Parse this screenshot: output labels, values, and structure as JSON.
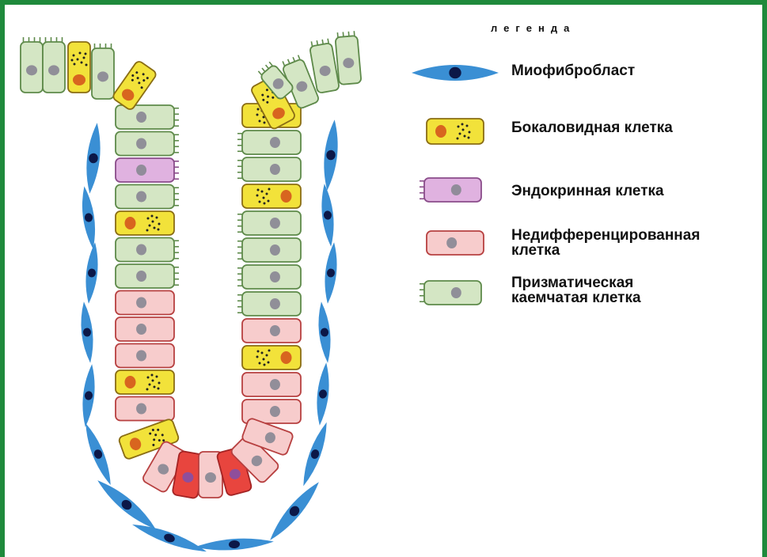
{
  "legend": {
    "title": "легенда",
    "items": [
      {
        "key": "myofibroblast",
        "label": "Миофибробласт"
      },
      {
        "key": "goblet",
        "label": "Бокаловидная клетка"
      },
      {
        "key": "endocrine",
        "label": "Эндокринная клетка"
      },
      {
        "key": "undifferentiated",
        "label": "Недифференцированная\nклетка"
      },
      {
        "key": "columnar",
        "label": "Призматическая\nкаемчатая клетка"
      }
    ]
  },
  "colors": {
    "frame_border": "#1f8a3c",
    "columnar_fill": "#d4e6c4",
    "columnar_stroke": "#5e8a4a",
    "goblet_fill": "#f2e23a",
    "goblet_stroke": "#8a6d14",
    "goblet_nucleus": "#d8651f",
    "endocrine_fill": "#e0b2e0",
    "endocrine_stroke": "#8a4c8a",
    "undiff_fill": "#f7cccc",
    "undiff_stroke": "#b74040",
    "deep_cell_fill": "#e8453e",
    "nucleus": "#8c8a96",
    "myofibroblast_fill": "#3a8fd4",
    "myofibroblast_nucleus": "#0c1848"
  }
}
